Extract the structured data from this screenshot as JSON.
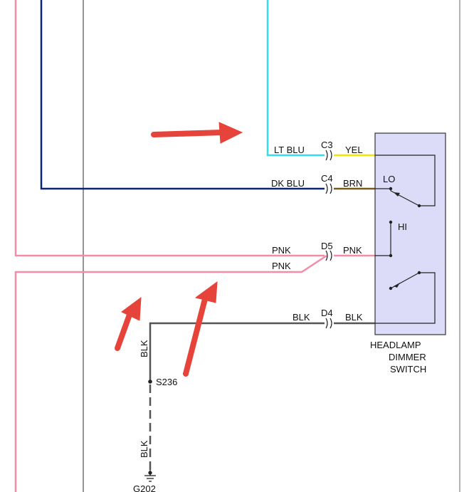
{
  "wires": {
    "lt_blu": "LT BLU",
    "yel": "YEL",
    "dk_blu": "DK BLU",
    "brn": "BRN",
    "pnk_1": "PNK",
    "pnk_2": "PNK",
    "pnk_3": "PNK",
    "blk_1": "BLK",
    "blk_2": "BLK",
    "blk_3": "BLK",
    "blk_4": "BLK"
  },
  "connectors": {
    "c3": "C3",
    "c4": "C4",
    "d5": "D5",
    "d4": "D4"
  },
  "switch": {
    "lo": "LO",
    "hi": "HI",
    "title_1": "HEADLAMP",
    "title_2": "DIMMER",
    "title_3": "SWITCH"
  },
  "splice": "S236",
  "ground": "G202",
  "colors": {
    "lt_blu": "#33ddee",
    "yel": "#f2e600",
    "dk_blu": "#0a2673",
    "brn": "#7a5a16",
    "pnk": "#f48ca8",
    "blk": "#555555",
    "gray_line": "#707070",
    "switch_fill": "#dcdcf8",
    "arrow": "#e6433a"
  },
  "icons": [
    "connector-icon",
    "ground-icon",
    "arrow-icon",
    "switch-contact-icon"
  ]
}
